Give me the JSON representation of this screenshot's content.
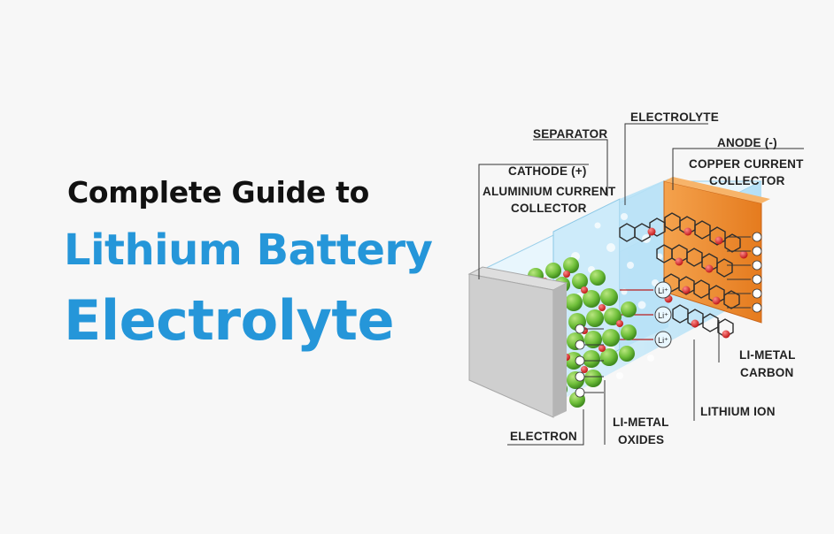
{
  "title": {
    "line1": "Complete Guide to",
    "line2": "Lithium Battery",
    "line3": "Electrolyte"
  },
  "labels": {
    "separator": "SEPARATOR",
    "electrolyte": "ELECTROLYTE",
    "anode": "ANODE (-)",
    "copper_1": "COPPER CURRENT",
    "copper_2": "COLLECTOR",
    "cathode": "CATHODE (+)",
    "aluminium_1": "ALUMINIUM CURRENT",
    "aluminium_2": "COLLECTOR",
    "limetal_carbon_1": "LI-METAL",
    "limetal_carbon_2": "CARBON",
    "lithium_ion": "LITHIUM ION",
    "electron": "ELECTRON",
    "limetal_oxides_1": "LI-METAL",
    "limetal_oxides_2": "OXIDES",
    "ion_symbol": "Li⁺"
  },
  "colors": {
    "accent": "#2596d9",
    "cathode_particle": "#6fbf3a",
    "lithium_dot": "#d42a2a",
    "anode_collector": "#ee8a2e",
    "cathode_collector": "#c9c9c9",
    "electrolyte": "#bfe4f7"
  }
}
